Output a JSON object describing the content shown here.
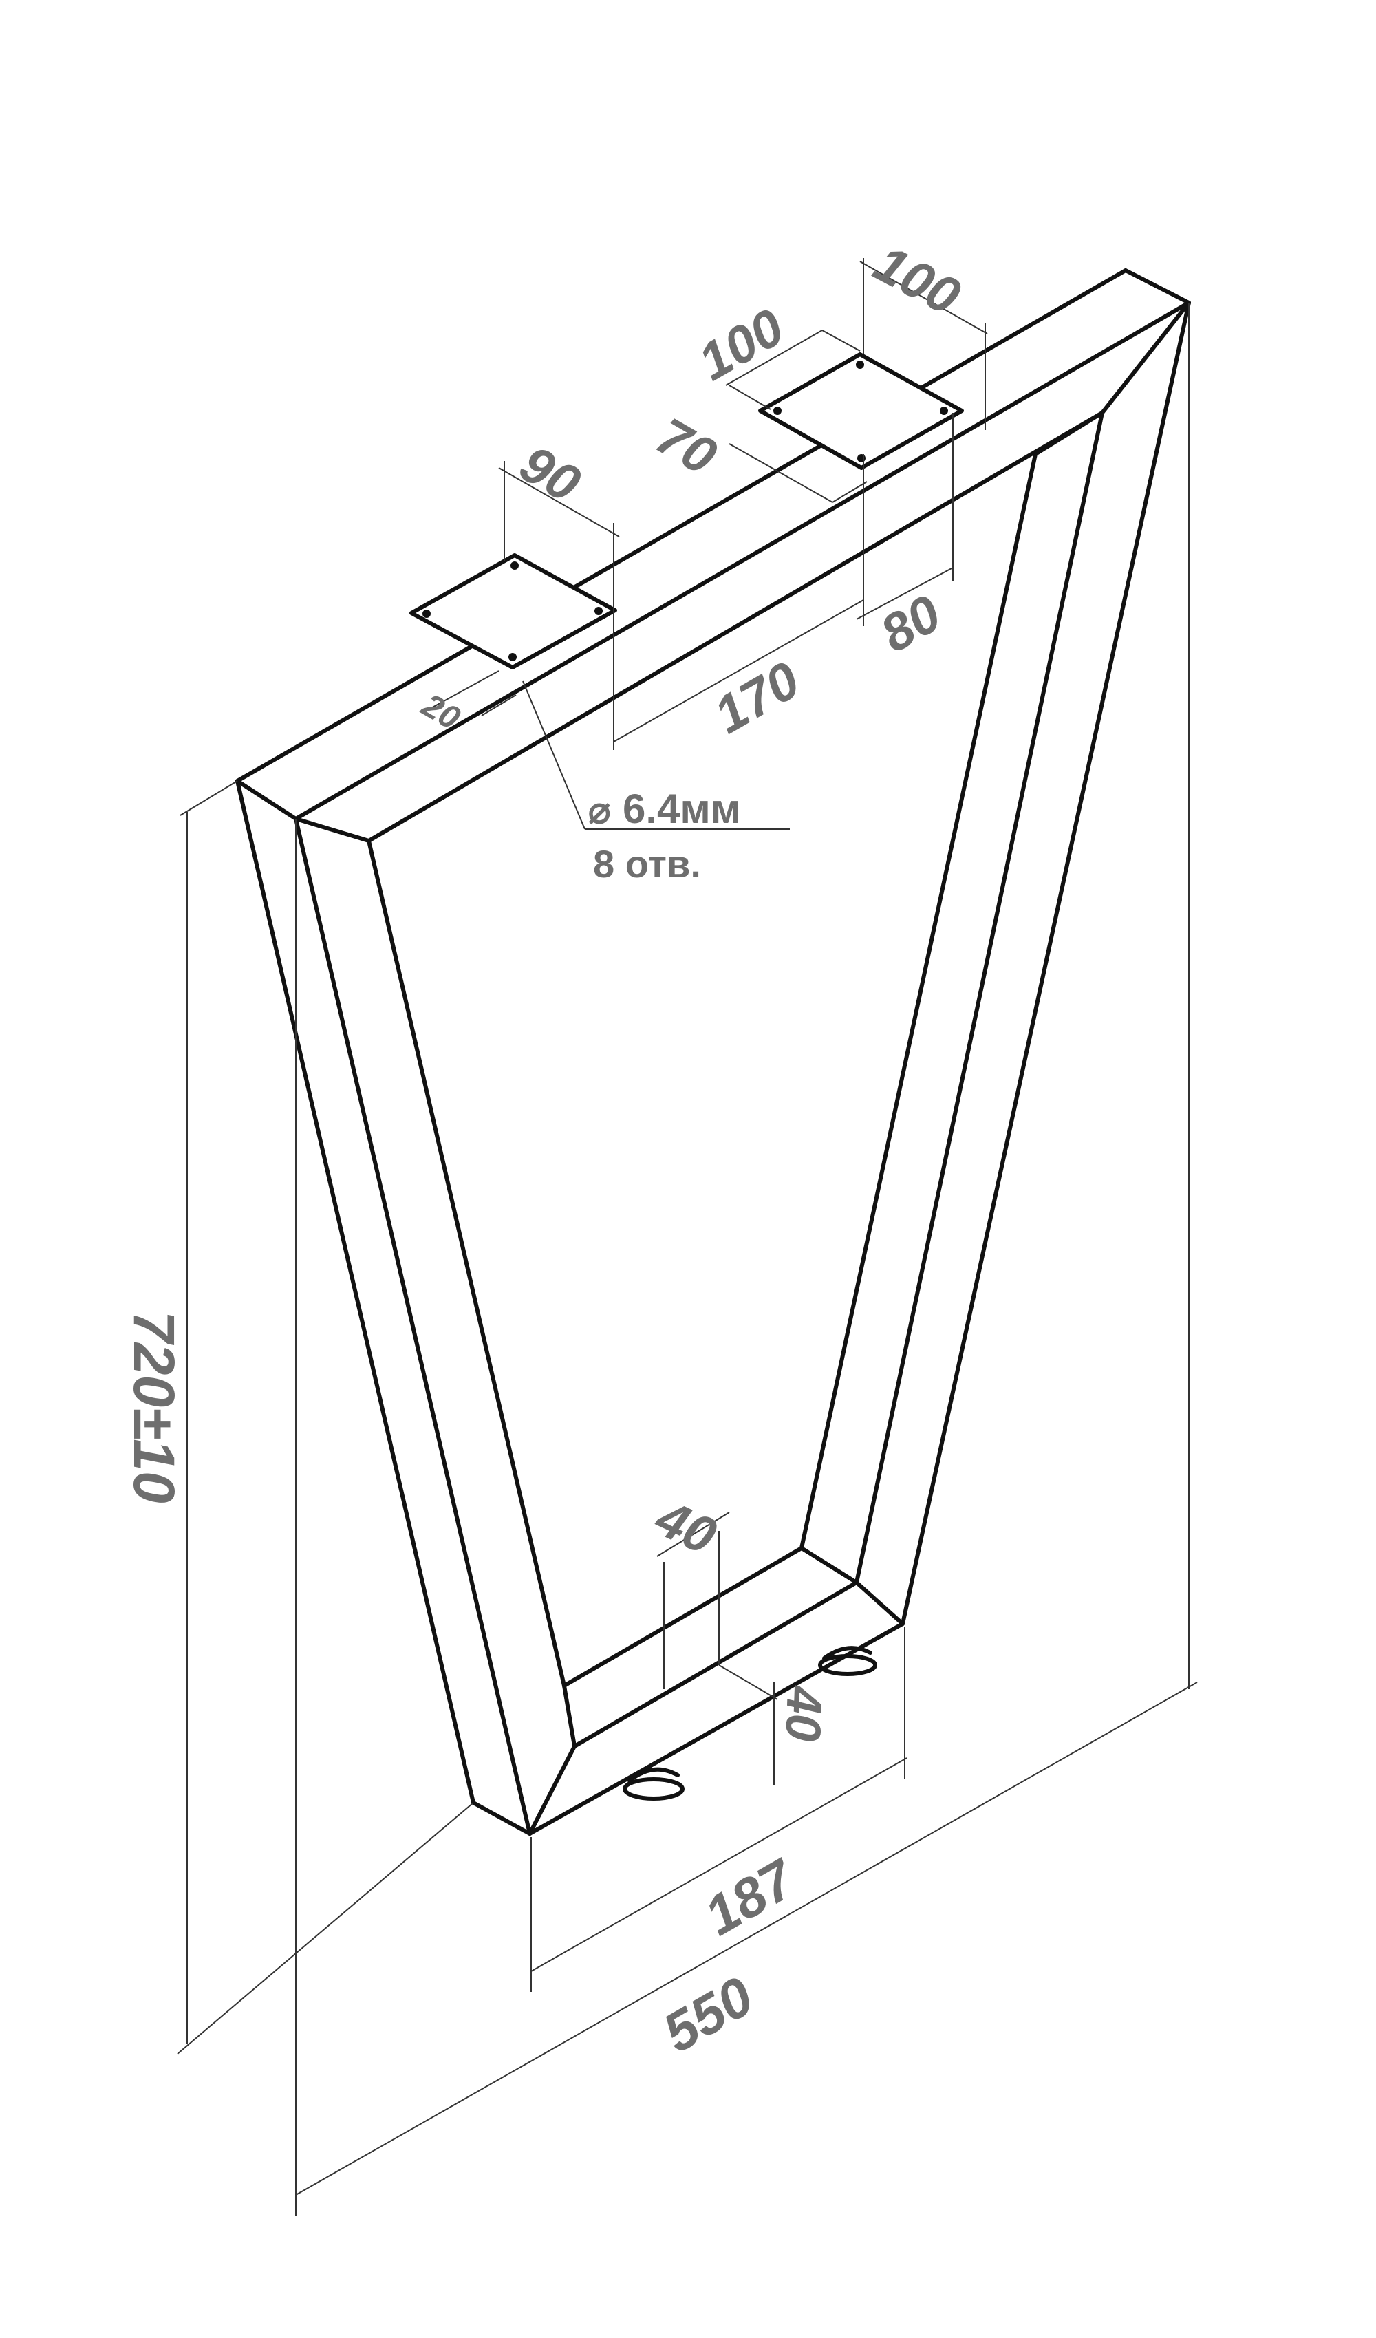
{
  "dimensions": {
    "plate_right_width": "100",
    "plate_right_depth": "100",
    "plate_right_hole_spacing": "70",
    "plate_left_width": "90",
    "plate_left_edge_offset": "20",
    "plate_offset_from_center": "170",
    "plate_right_offset": "80",
    "hole_diameter": "6.4мм",
    "hole_count": "8 отв.",
    "foot_width": "40",
    "foot_height": "40",
    "bottom_width": "187",
    "top_width": "550",
    "height": "720±10"
  },
  "colors": {
    "line": "#111111",
    "dimension_text": "#6e6e6e",
    "background": "#ffffff"
  }
}
